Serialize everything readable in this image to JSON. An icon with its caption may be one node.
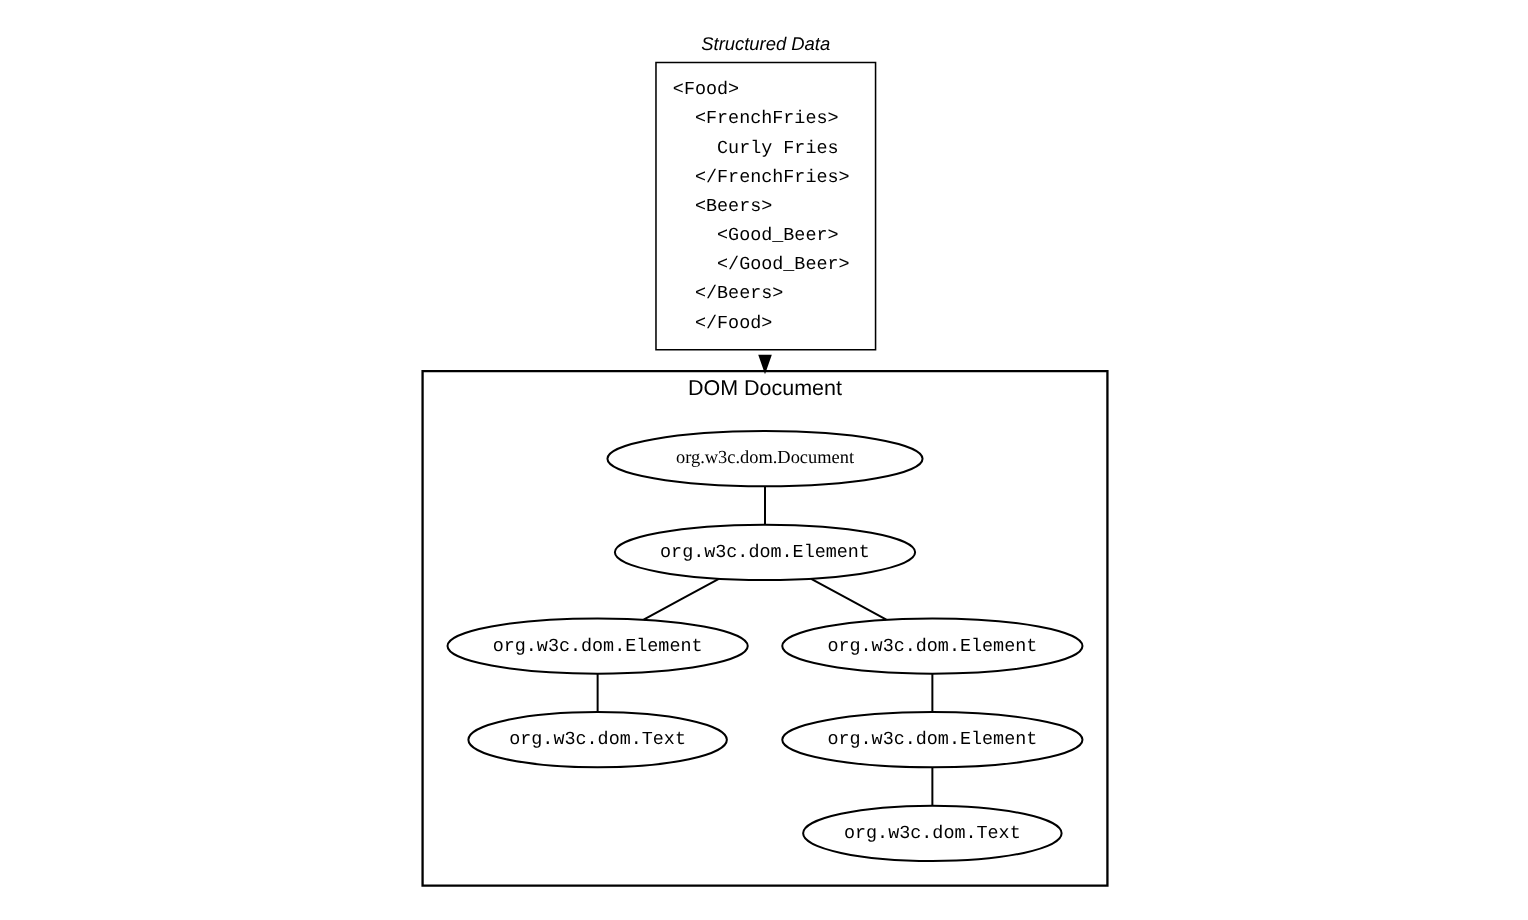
{
  "diagram": {
    "nodes": [
      {
        "text": [
          "Structured Data",
          "<Food>",
          "<FrenchFries>",
          "Curly Fries",
          "</FrenchFries>",
          "<Beers>",
          "<Good_Beer>",
          "</Good_Beer>",
          "</Beers>",
          "</Food>"
        ]
      },
      {
        "text": [
          "DOM Document"
        ]
      },
      {
        "text": [
          "org.w3c.dom.Document"
        ],
        "in": 1
      },
      {
        "text": [
          "org.w3c.dom.Element"
        ],
        "in": 1
      },
      {
        "text": [
          "org.w3c.dom.Element"
        ],
        "in": 1
      },
      {
        "text": [
          "org.w3c.dom.Element"
        ],
        "in": 1
      },
      {
        "text": [
          "org.w3c.dom.Text"
        ],
        "in": 1
      },
      {
        "text": [
          "org.w3c.dom.Element"
        ],
        "in": 1
      },
      {
        "text": [
          "org.w3c.dom.Text"
        ],
        "in": 1
      }
    ],
    "edges": [
      {
        "from": 0,
        "to": 1,
        "arrow": "to"
      },
      {
        "from": 2,
        "to": 3,
        "arrow": "none"
      },
      {
        "from": 3,
        "to": 4,
        "arrow": "none"
      },
      {
        "from": 3,
        "to": 5,
        "arrow": "none"
      },
      {
        "from": 4,
        "to": 6,
        "arrow": "none"
      },
      {
        "from": 5,
        "to": 7,
        "arrow": "none"
      },
      {
        "from": 7,
        "to": 8,
        "arrow": "none"
      }
    ]
  }
}
